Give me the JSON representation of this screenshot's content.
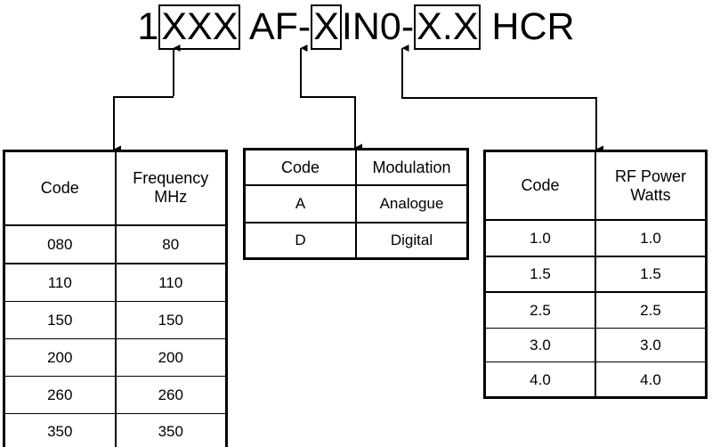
{
  "diagram": {
    "part_number": {
      "segments": [
        {
          "text": "1",
          "boxed": false,
          "name": "pn-prefix"
        },
        {
          "text": "XXX",
          "boxed": true,
          "name": "pn-frequency-code"
        },
        {
          "text": " AF-",
          "boxed": false,
          "name": "pn-series"
        },
        {
          "text": "X",
          "boxed": true,
          "name": "pn-modulation-code"
        },
        {
          "text": "IN0-",
          "boxed": false,
          "name": "pn-mid"
        },
        {
          "text": "X.X",
          "boxed": true,
          "name": "pn-power-code"
        },
        {
          "text": " HCR",
          "boxed": false,
          "name": "pn-suffix"
        }
      ],
      "full_text": "1XXX AF-XIN0-X.X HCR"
    },
    "tables": [
      {
        "name": "frequency-table",
        "headers": [
          "Code",
          "Frequency\nMHz"
        ],
        "header_lines": [
          [
            "Code"
          ],
          [
            "Frequency",
            "MHz"
          ]
        ],
        "rows": [
          [
            "080",
            "80"
          ],
          [
            "110",
            "110"
          ],
          [
            "150",
            "150"
          ],
          [
            "200",
            "200"
          ],
          [
            "260",
            "260"
          ],
          [
            "350",
            "350"
          ]
        ]
      },
      {
        "name": "modulation-table",
        "headers": [
          "Code",
          "Modulation"
        ],
        "header_lines": [
          [
            "Code"
          ],
          [
            "Modulation"
          ]
        ],
        "rows": [
          [
            "A",
            "Analogue"
          ],
          [
            "D",
            "Digital"
          ]
        ]
      },
      {
        "name": "rf-power-table",
        "headers": [
          "Code",
          "RF Power\nWatts"
        ],
        "header_lines": [
          [
            "Code"
          ],
          [
            "RF Power",
            "Watts"
          ]
        ],
        "rows": [
          [
            "1.0",
            "1.0"
          ],
          [
            "1.5",
            "1.5"
          ],
          [
            "2.5",
            "2.5"
          ],
          [
            "3.0",
            "3.0"
          ],
          [
            "4.0",
            "4.0"
          ]
        ]
      }
    ],
    "colors": {
      "line": "#000000",
      "background": "#ffffff",
      "text": "#000000"
    }
  }
}
